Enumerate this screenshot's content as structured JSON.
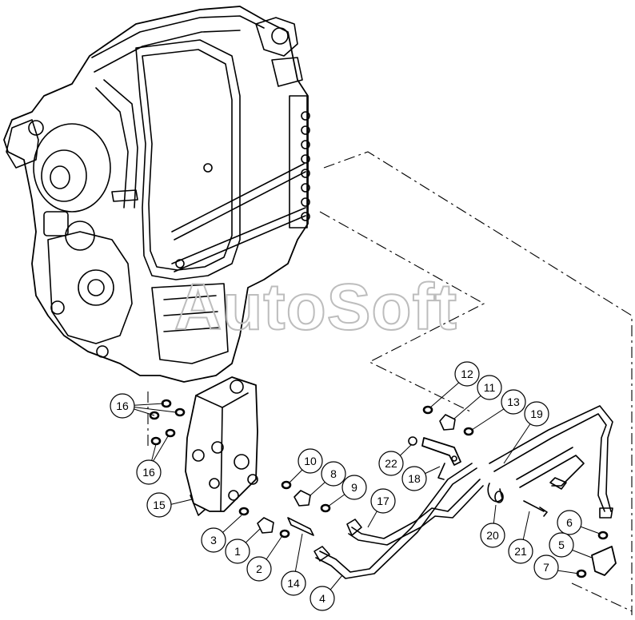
{
  "watermark": "AutoSoft",
  "callouts": [
    {
      "id": "c1",
      "label": "1"
    },
    {
      "id": "c2",
      "label": "2"
    },
    {
      "id": "c3",
      "label": "3"
    },
    {
      "id": "c4",
      "label": "4"
    },
    {
      "id": "c5",
      "label": "5"
    },
    {
      "id": "c6",
      "label": "6"
    },
    {
      "id": "c7",
      "label": "7"
    },
    {
      "id": "c8",
      "label": "8"
    },
    {
      "id": "c9",
      "label": "9"
    },
    {
      "id": "c10",
      "label": "10"
    },
    {
      "id": "c11",
      "label": "11"
    },
    {
      "id": "c12",
      "label": "12"
    },
    {
      "id": "c13",
      "label": "13"
    },
    {
      "id": "c14",
      "label": "14"
    },
    {
      "id": "c15",
      "label": "15"
    },
    {
      "id": "c16a",
      "label": "16"
    },
    {
      "id": "c16b",
      "label": "16"
    },
    {
      "id": "c17",
      "label": "17"
    },
    {
      "id": "c18",
      "label": "18"
    },
    {
      "id": "c19",
      "label": "19"
    },
    {
      "id": "c20",
      "label": "20"
    },
    {
      "id": "c21",
      "label": "21"
    },
    {
      "id": "c22",
      "label": "22"
    }
  ]
}
